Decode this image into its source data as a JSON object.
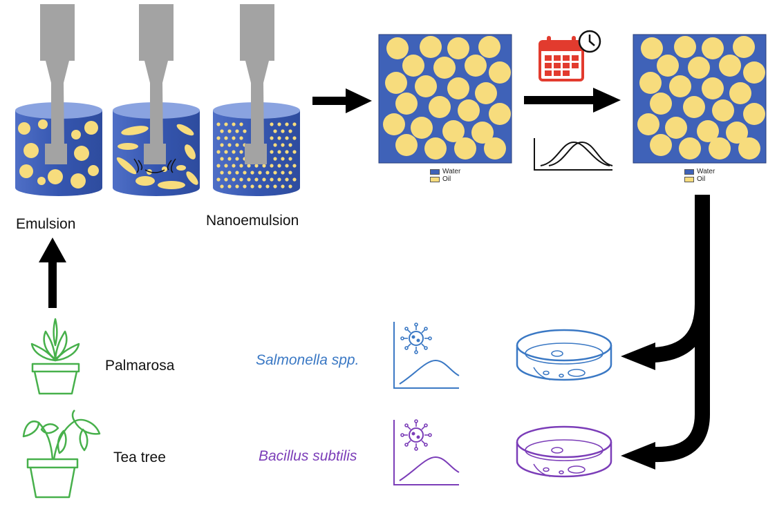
{
  "labels": {
    "emulsion": "Emulsion",
    "nanoemulsion": "Nanoemulsion"
  },
  "plants": [
    {
      "name": "Palmarosa",
      "icon": "succulent-plant-icon"
    },
    {
      "name": "Tea tree",
      "icon": "leafy-plant-icon"
    }
  ],
  "bacteria": [
    {
      "name": "Salmonella spp.",
      "color": "#3a78c4"
    },
    {
      "name": "Bacillus subtilis",
      "color": "#7b3db8"
    }
  ],
  "legend": {
    "water": "Water",
    "oil": "Oil"
  },
  "colors": {
    "water": "#3f62b8",
    "oil": "#f7dc7d",
    "probe": "#a3a3a3",
    "calendar": "#e23b2e",
    "plant": "#47b04b",
    "arrow": "#000000"
  },
  "icons": [
    "sonicator-probe-icon",
    "calendar-clock-icon",
    "distribution-curves-icon",
    "petri-dish-icon",
    "bacteria-growth-chart-icon"
  ]
}
